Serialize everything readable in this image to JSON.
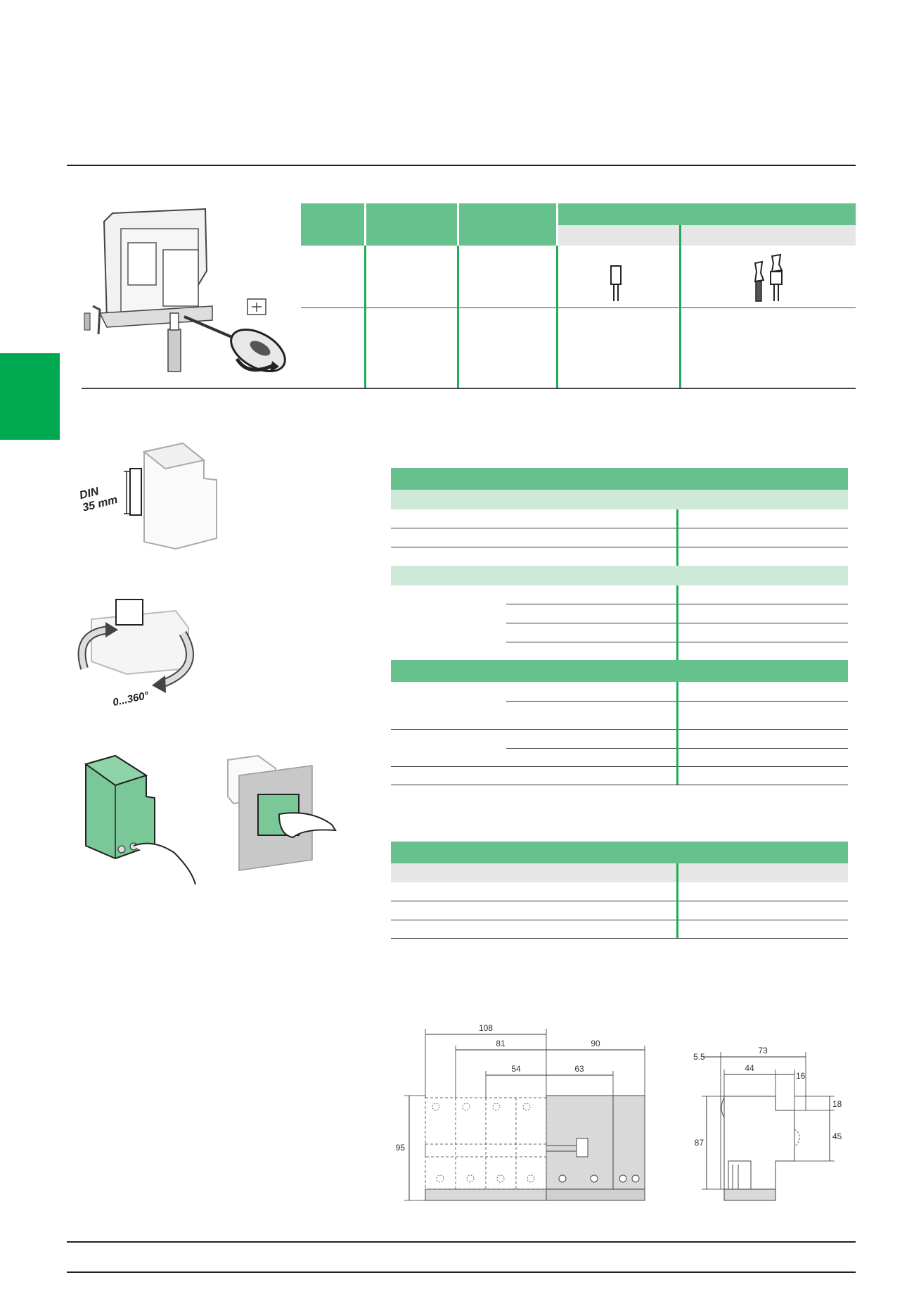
{
  "din_label_line1": "DIN",
  "din_label_line2": "35 mm",
  "rotation_label": "0...360°",
  "dimensions": {
    "front": [
      "108",
      "81",
      "90",
      "54",
      "63",
      "95"
    ],
    "side": [
      "5.5",
      "73",
      "44",
      "16",
      "18",
      "87",
      "45"
    ]
  },
  "colors": {
    "accent_green": "#66c18c",
    "light_green": "#cfe9d8",
    "tab_green": "#00a84f",
    "light_grey": "#e6e6e6"
  }
}
